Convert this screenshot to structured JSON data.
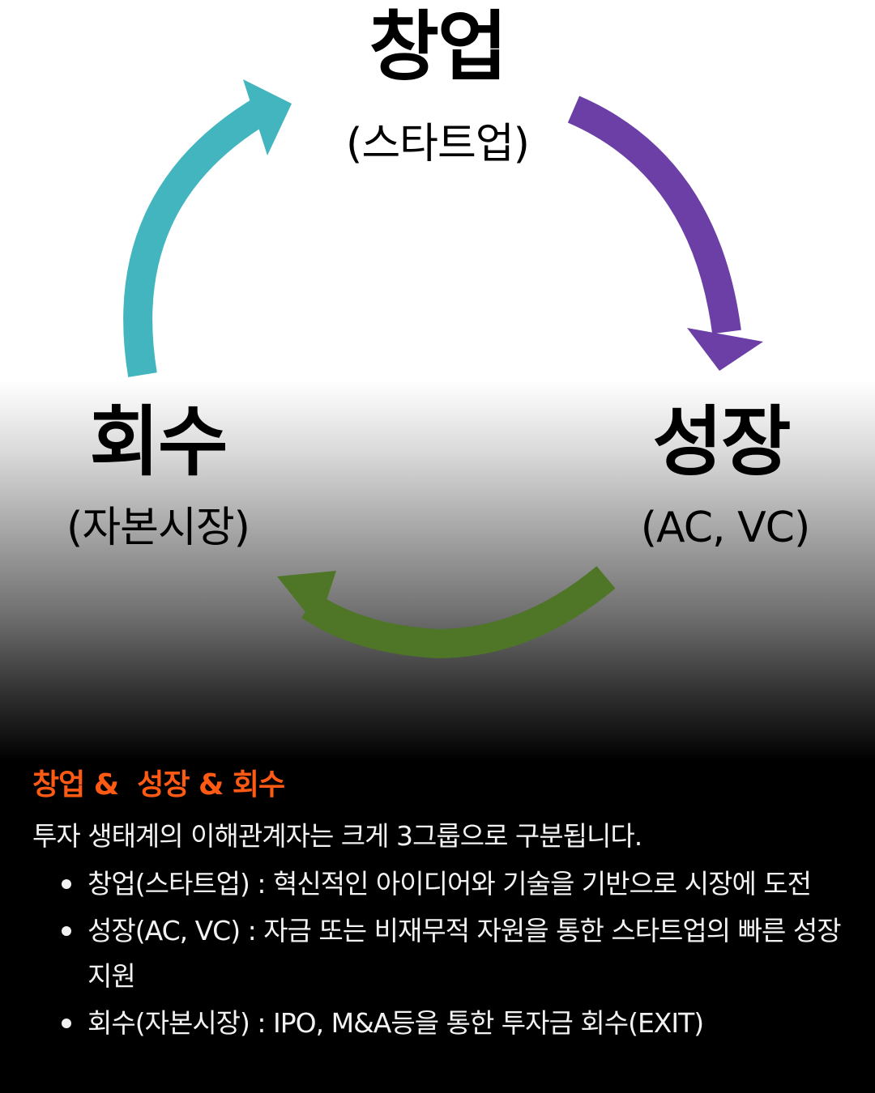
{
  "cycle": {
    "nodes": {
      "top": {
        "title": "창업",
        "subtitle": "(스타트업)"
      },
      "right": {
        "title": "성장",
        "subtitle": "(AC, VC)"
      },
      "left": {
        "title": "회수",
        "subtitle": "(자본시장)"
      }
    },
    "arrows": [
      {
        "from": "top",
        "to": "right",
        "color": "#6b3fa6"
      },
      {
        "from": "right",
        "to": "left",
        "color": "#4e7626"
      },
      {
        "from": "left",
        "to": "top",
        "color": "#42b5bf"
      }
    ]
  },
  "info": {
    "title": "창업 &  성장 & 회수",
    "title_color": "#ff5a14",
    "intro": "투자 생태계의 이해관계자는 크게 3그룹으로 구분됩니다.",
    "bullets": [
      "창업(스타트업) : 혁신적인 아이디어와 기술을 기반으로 시장에 도전",
      "성장(AC, VC) : 자금 또는 비재무적 자원을 통한 스타트업의 빠른 성장 지원",
      "회수(자본시장) : IPO, M&A등을 통한 투자금 회수(EXIT)"
    ]
  }
}
